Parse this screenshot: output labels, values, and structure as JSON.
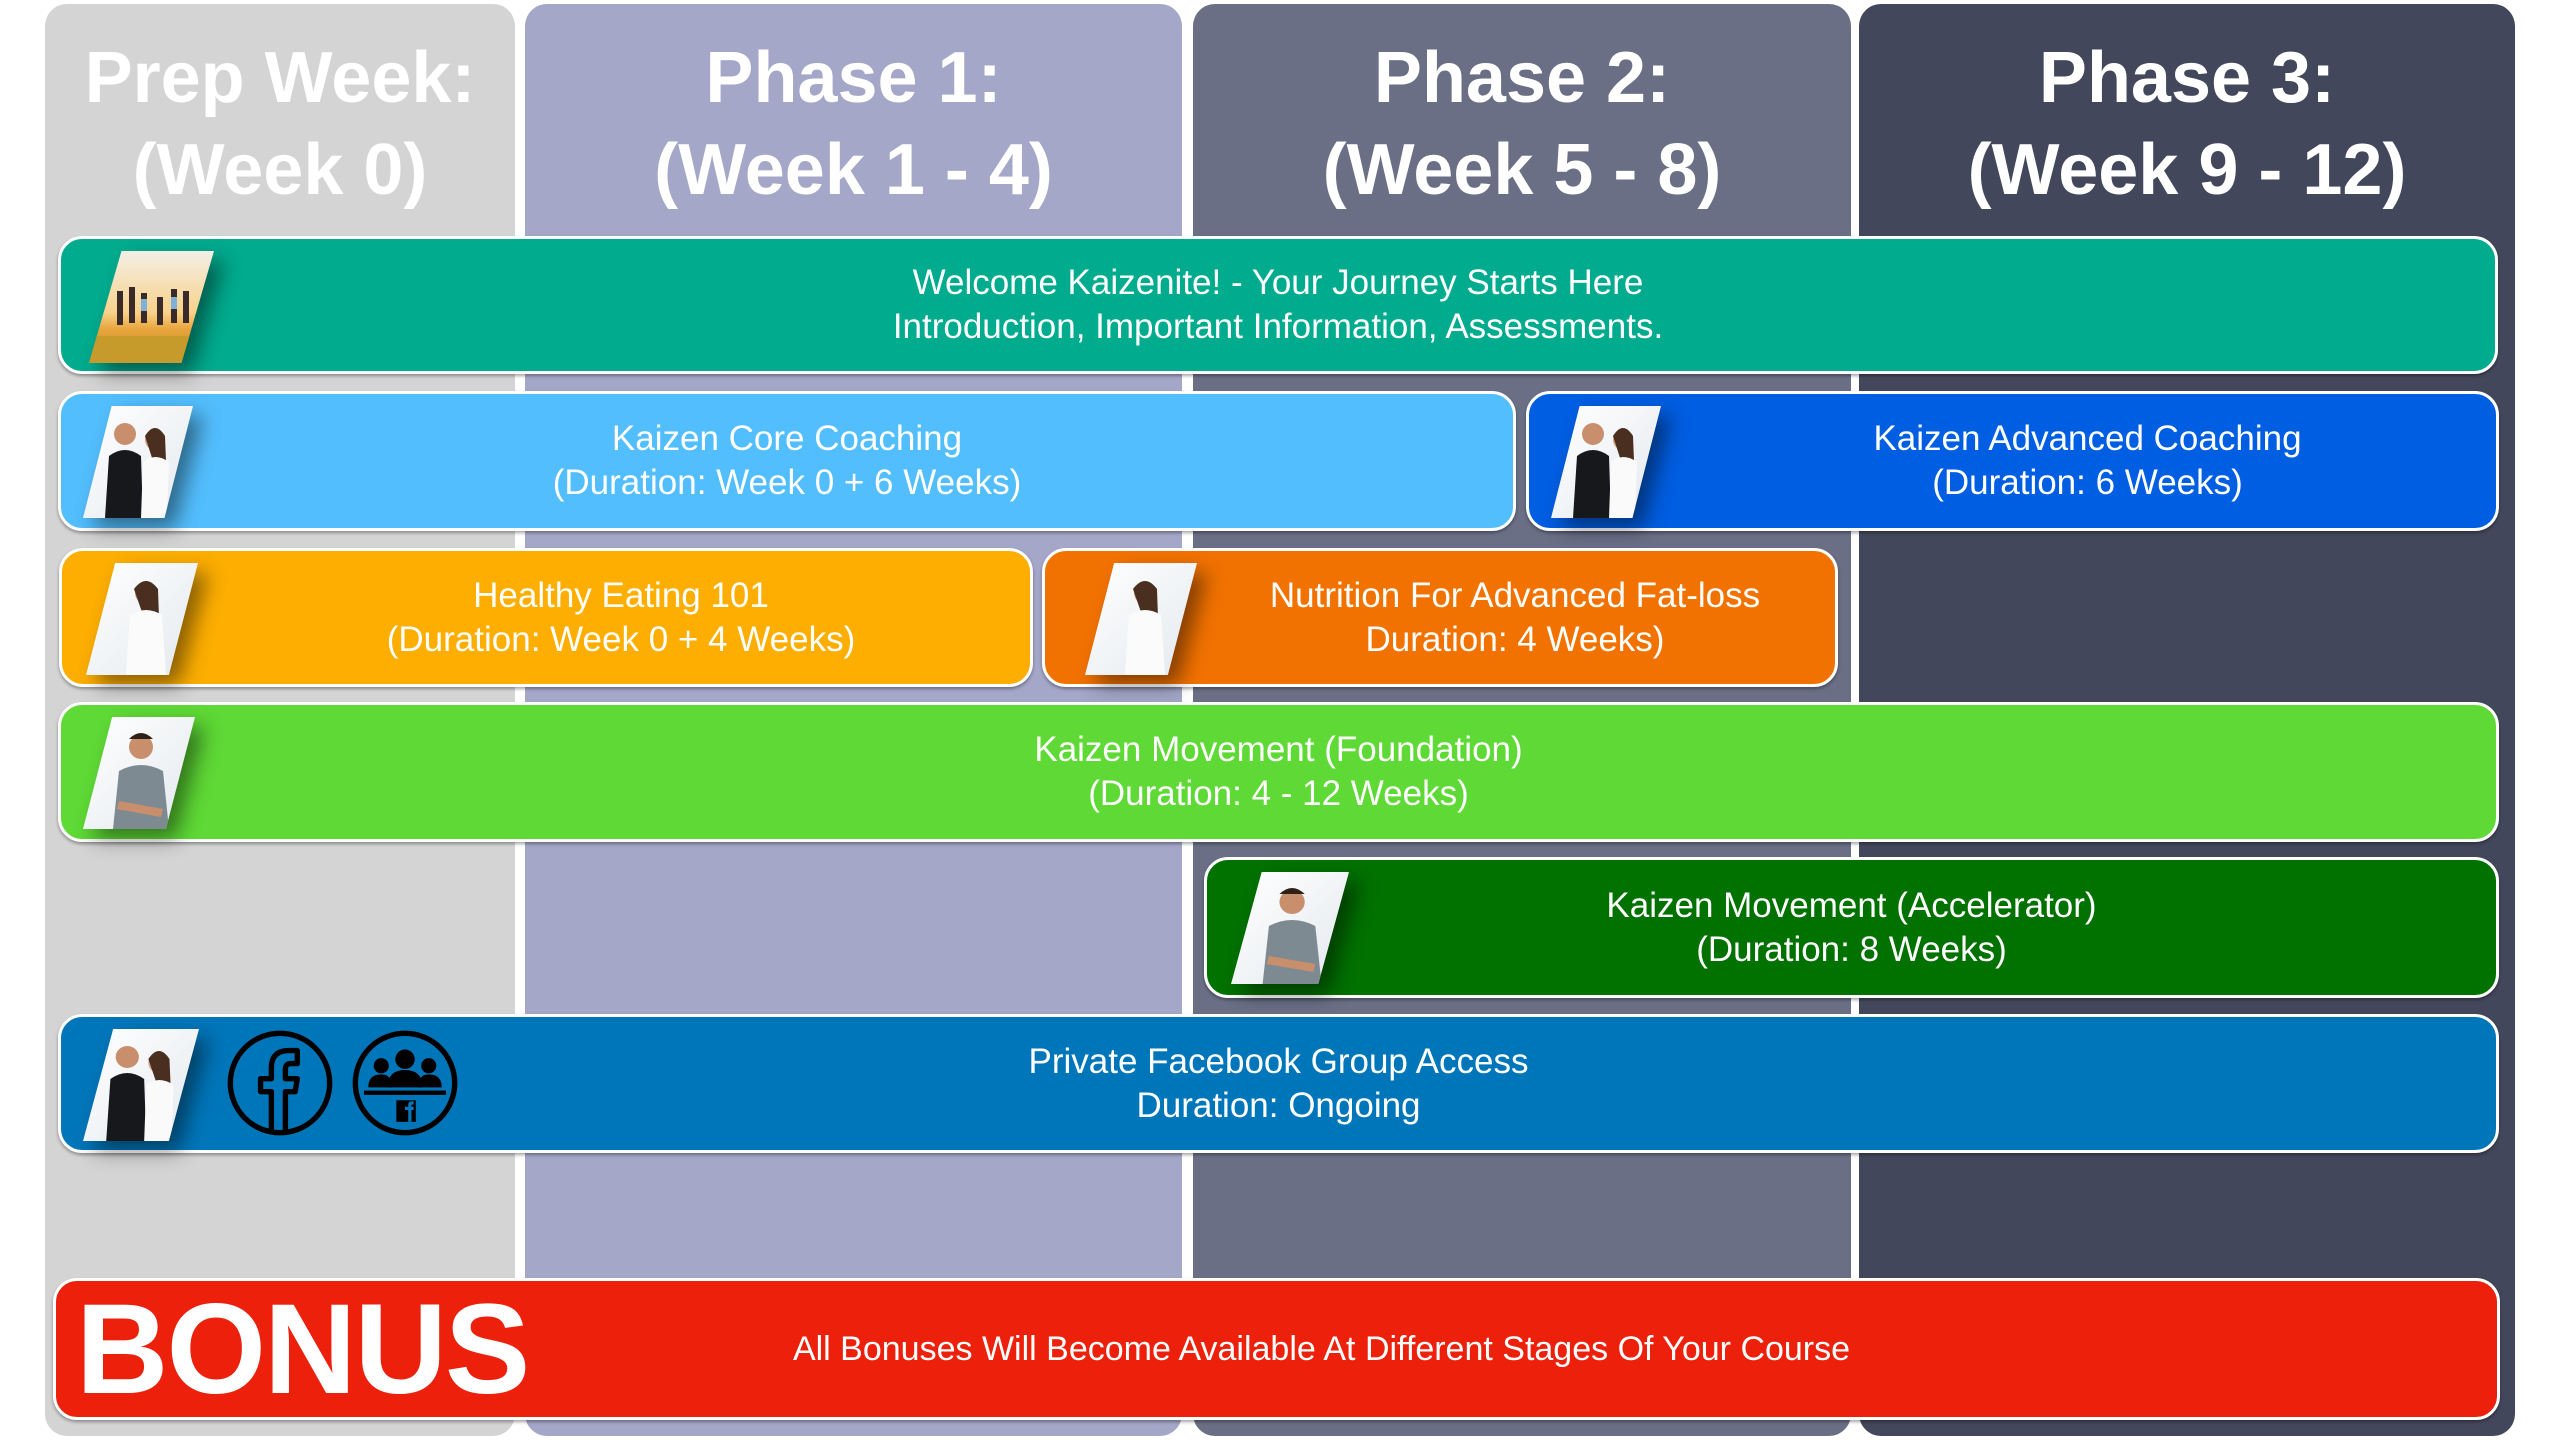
{
  "colors": {
    "prep": "#d4d4d4",
    "phase1": "#a4a7c8",
    "phase2": "#6a6f86",
    "phase3": "#43475b",
    "welcome": "#00ab8e",
    "core_coaching": "#53befd",
    "advanced_coaching": "#005ee2",
    "healthy_eating": "#fdae00",
    "nutrition_advanced": "#f27200",
    "movement_foundation": "#5ed935",
    "movement_accelerator": "#017100",
    "facebook": "#0076ba",
    "bonus": "#ec200b"
  },
  "columns": [
    {
      "line1": "Prep Week:",
      "line2": "(Week 0)"
    },
    {
      "line1": "Phase 1:",
      "line2": "(Week 1 - 4)"
    },
    {
      "line1": "Phase 2:",
      "line2": "(Week 5 - 8)"
    },
    {
      "line1": "Phase 3:",
      "line2": "(Week 9 - 12)"
    }
  ],
  "modules": {
    "welcome": {
      "title": "Welcome Kaizenite! - Your Journey Starts Here",
      "subtitle": "Introduction, Important Information, Assessments.",
      "image": "group-jumping-photo"
    },
    "core_coaching": {
      "title": "Kaizen Core Coaching",
      "subtitle": "(Duration: Week 0 + 6 Weeks)",
      "image": "coaches-photo"
    },
    "advanced_coaching": {
      "title": "Kaizen Advanced Coaching",
      "subtitle": "(Duration: 6 Weeks)",
      "image": "coaches-photo"
    },
    "healthy_eating": {
      "title": "Healthy Eating 101",
      "subtitle": "(Duration: Week 0 + 4 Weeks)",
      "image": "nutrition-coach-photo"
    },
    "nutrition_advanced": {
      "title": "Nutrition For Advanced Fat-loss",
      "subtitle": "Duration: 4 Weeks)",
      "image": "nutrition-coach-photo"
    },
    "movement_foundation": {
      "title": "Kaizen Movement (Foundation)",
      "subtitle": "(Duration: 4 - 12 Weeks)",
      "image": "movement-coach-photo"
    },
    "movement_accelerator": {
      "title": "Kaizen Movement (Accelerator)",
      "subtitle": "(Duration: 8 Weeks)",
      "image": "movement-coach-photo"
    },
    "facebook": {
      "title": "Private Facebook Group Access",
      "subtitle": "Duration: Ongoing",
      "image": "coaches-photo",
      "icons": [
        "facebook-icon",
        "facebook-group-icon"
      ]
    }
  },
  "bonus": {
    "label": "BONUS",
    "text": "All Bonuses Will Become Available At Different Stages Of Your Course"
  }
}
